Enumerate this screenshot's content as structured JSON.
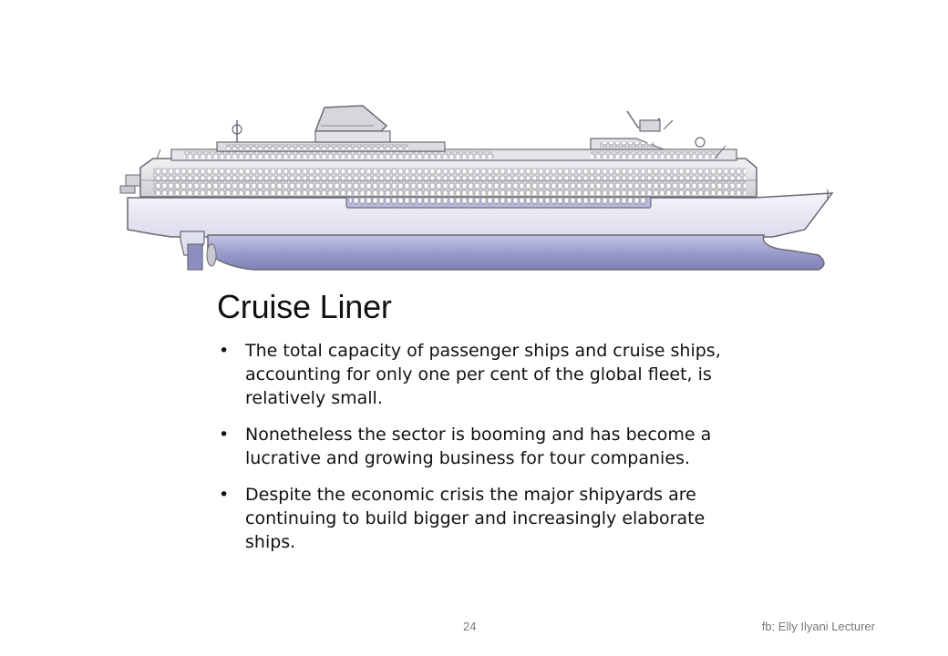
{
  "slide": {
    "title": "Cruise Liner",
    "bullets": [
      "The total capacity of passenger ships and cruise ships, accounting for only one per cent of the global fleet, is relatively small.",
      "Nonetheless the sector is booming and has become a lucrative and growing business for tour companies.",
      "Despite the economic crisis the major shipyards are continuing to build bigger and increasingly elaborate ships."
    ],
    "bullet_glyph": "•"
  },
  "footer": {
    "page_number": "24",
    "credit": "fb: Elly Ilyani Lecturer"
  },
  "illustration": {
    "icon": "cruise-ship-icon",
    "colors": {
      "hull_lower": "#9a9ccc",
      "hull_upper": "#e9e9f4",
      "outline": "#6a6a74",
      "superstructure": "#dcdce0",
      "window_band": "#b5b5bd"
    }
  }
}
